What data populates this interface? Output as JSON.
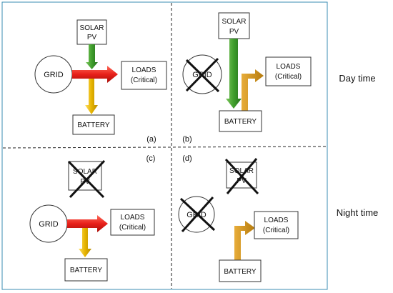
{
  "labels": {
    "day": "Day time",
    "night": "Night time"
  },
  "panels": [
    {
      "tag": "(a)",
      "solar": [
        "SOLAR",
        "PV"
      ],
      "grid": "GRID",
      "loads": [
        "LOADS",
        "(Critical)"
      ],
      "battery": "BATTERY"
    },
    {
      "tag": "(b)",
      "solar": [
        "SOLAR",
        "PV"
      ],
      "grid": "GRID",
      "loads": [
        "LOADS",
        "(Critical)"
      ],
      "battery": "BATTERY"
    },
    {
      "tag": "(c)",
      "solar": [
        "SOLAR",
        "PV"
      ],
      "grid": "GRID",
      "loads": [
        "LOADS",
        "(Critical)"
      ],
      "battery": "BATTERY"
    },
    {
      "tag": "(d)",
      "solar": [
        "SOLAR",
        "PV"
      ],
      "grid": "GRID",
      "loads": [
        "LOADS",
        "(Critical)"
      ],
      "battery": "BATTERY"
    }
  ],
  "colors": {
    "grid_flow": "#e8201a",
    "solar_flow": "#3f9e2c",
    "battery_charge": "#e6b400",
    "battery_discharge": "#cc8e12",
    "frame": "#3b8cb3"
  }
}
